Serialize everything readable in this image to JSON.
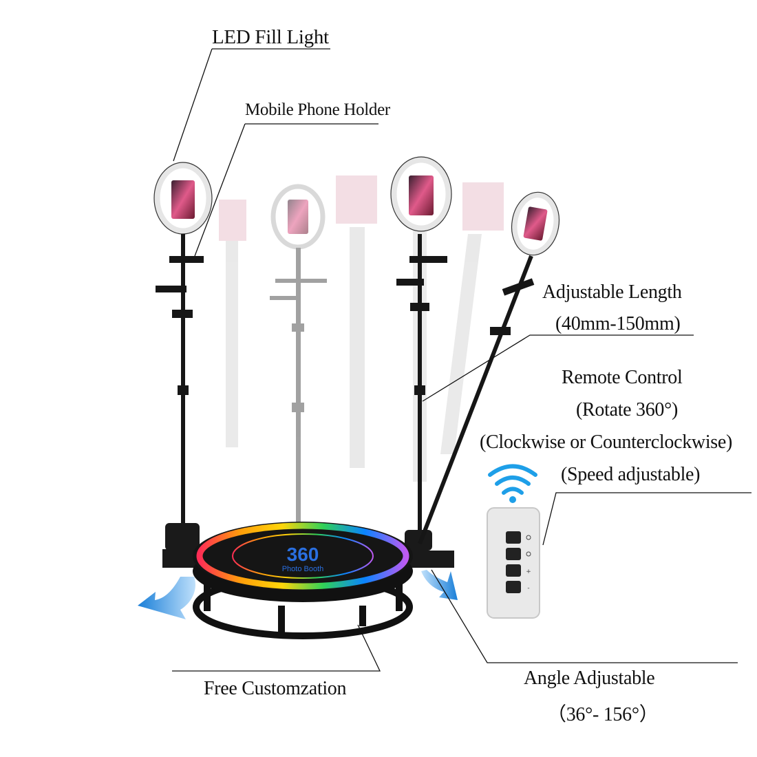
{
  "labels": {
    "led_fill_light": "LED Fill Light",
    "mobile_phone_holder": "Mobile Phone Holder",
    "adjustable_length": "Adjustable Length",
    "adjustable_length_range": "(40mm-150mm)",
    "remote_control": "Remote Control",
    "rotate": "(Rotate 360°)",
    "direction": "(Clockwise or Counterclockwise)",
    "speed": "(Speed adjustable)",
    "free_customization": "Free Customzation",
    "angle_adjustable": "Angle Adjustable",
    "angle_range": "（36°- 156°）"
  },
  "platform": {
    "logo_text": "360",
    "sub_text": "Photo Booth"
  },
  "colors": {
    "line": "#111111",
    "pole": "#161616",
    "ring_light": "#f4f4f4",
    "arrow_blue": "#1e90e6",
    "remote_body": "#e9e9e9",
    "logo_blue": "#2a6fe0"
  },
  "icons": [
    "wifi-signal-icon",
    "rotate-arrow-left-icon",
    "rotate-arrow-right-icon",
    "power-icon",
    "rotate-icon",
    "plus-icon",
    "minus-icon"
  ]
}
